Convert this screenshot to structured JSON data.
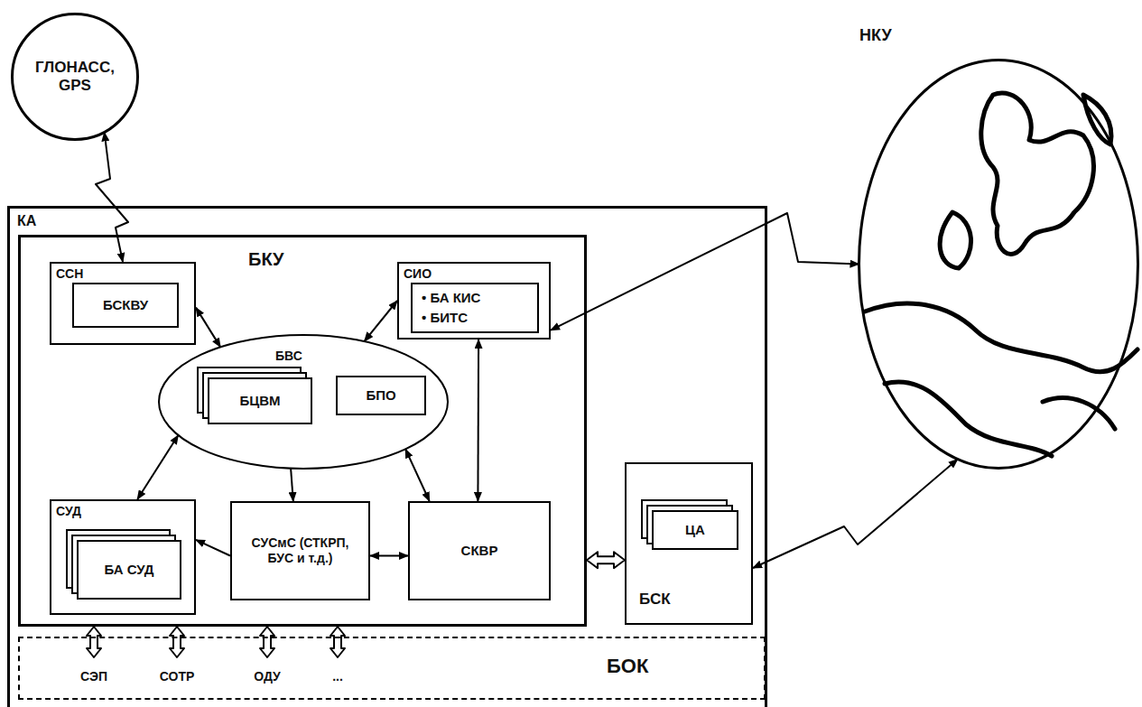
{
  "diagram": {
    "nodes": [
      {
        "text": [
          "ГЛОНАСС, GPS"
        ]
      },
      {
        "text": [
          "КА"
        ]
      },
      {
        "text": [
          "БКУ"
        ],
        "in": 1
      },
      {
        "text": [
          "ССН"
        ],
        "in": 2
      },
      {
        "text": [
          "БСКВУ"
        ],
        "in": 3
      },
      {
        "text": [
          "СИО"
        ],
        "in": 2
      },
      {
        "text": [
          "• БА КИС",
          "• БИТС"
        ],
        "in": 5
      },
      {
        "text": [
          "БВС"
        ],
        "in": 2
      },
      {
        "text": [
          "БЦВМ"
        ],
        "in": 7
      },
      {
        "text": [
          "БПО"
        ],
        "in": 7
      },
      {
        "text": [
          "СУД"
        ],
        "in": 2
      },
      {
        "text": [
          "БА СУД"
        ],
        "in": 10
      },
      {
        "text": [
          "СУСмС (СТКРП, БУС и т.д.)"
        ],
        "in": 2
      },
      {
        "text": [
          "СКВР"
        ],
        "in": 2
      },
      {
        "text": [
          "БСК"
        ],
        "in": 1
      },
      {
        "text": [
          "ЦА"
        ],
        "in": 14
      },
      {
        "text": [
          "СЭП",
          "СОТР",
          "ОДУ",
          "...",
          "БОК"
        ],
        "in": 1
      },
      {
        "text": [
          "НКУ"
        ]
      }
    ],
    "edges": [
      {
        "from": 0,
        "to": 3,
        "arrow": "both"
      },
      {
        "from": 3,
        "to": 7,
        "arrow": "both"
      },
      {
        "from": 5,
        "to": 7,
        "arrow": "both"
      },
      {
        "from": 7,
        "to": 10,
        "arrow": "both"
      },
      {
        "from": 7,
        "to": 12,
        "arrow": "to"
      },
      {
        "from": 7,
        "to": 13,
        "arrow": "both"
      },
      {
        "from": 12,
        "to": 10,
        "arrow": "to"
      },
      {
        "from": 12,
        "to": 13,
        "arrow": "both"
      },
      {
        "from": 5,
        "to": 13,
        "arrow": "both"
      },
      {
        "from": 17,
        "to": 5,
        "arrow": "both"
      },
      {
        "from": 2,
        "to": 14,
        "arrow": "both"
      },
      {
        "from": 14,
        "to": 17,
        "arrow": "both"
      }
    ]
  }
}
